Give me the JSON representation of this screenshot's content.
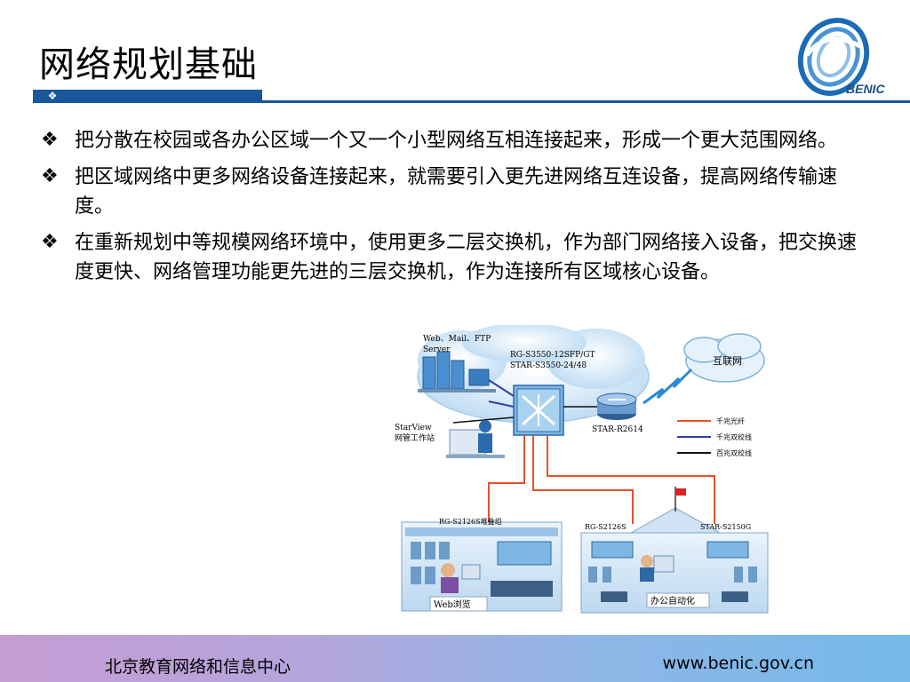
{
  "slide": {
    "title": "网络规划基础",
    "logo_text": "BENIC",
    "bullet_symbol": "❖",
    "bullets": [
      {
        "text": "把分散在校园或各办公区域一个又一个小型网络互相连接起来，形成一个更大范围网络。"
      },
      {
        "text": "把区域网络中更多网络设备连接起来，就需要引入更先进网络互连设备，提高网络传输速度。"
      },
      {
        "text": "在重新规划中等规模网络环境中，使用更多二层交换机，作为部门网络接入设备，把交换速度更快、网络管理功能更先进的三层交换机，作为连接所有区域核心设备。"
      }
    ]
  },
  "diagram": {
    "server_label_1": "Web、Mail、FTP",
    "server_label_2": "Server",
    "core_switch_1": "RG-S3550-12SFP/GT",
    "core_switch_2": "STAR-S3550-24/48",
    "internet": "互联网",
    "router": "STAR-R2614",
    "mgmt_1": "StarView",
    "mgmt_2": "网管工作站",
    "legend": [
      "千兆光纤",
      "千兆双绞线",
      "百兆双绞线"
    ],
    "legend_colors": [
      "#e8502a",
      "#2f3fa8",
      "#111111"
    ],
    "stack_group": "RG-S2126S堆叠组",
    "access_1": "RG-S2126S",
    "access_2": "STAR-S2150G",
    "web_label": "Web浏览",
    "office_label": "办公自动化"
  },
  "footer": {
    "org": "北京教育网络和信息中心",
    "url": "www.benic.gov.cn"
  },
  "colors": {
    "title_bar": "#17579a",
    "footer_start": "#c69cd4",
    "footer_end": "#74b9ea"
  }
}
